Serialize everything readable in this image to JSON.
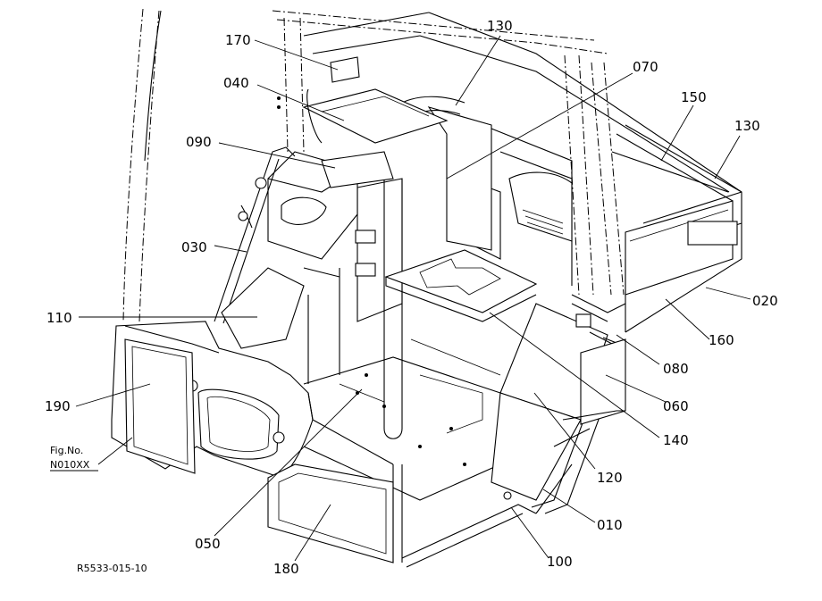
{
  "figure_ref": {
    "line1": "Fig.No.",
    "line2": "N010XX"
  },
  "drawing_code": "R5533-015-10",
  "parts": [
    {
      "id": "p170",
      "code": "170"
    },
    {
      "id": "p130a",
      "code": "130"
    },
    {
      "id": "p070",
      "code": "070"
    },
    {
      "id": "p040",
      "code": "040"
    },
    {
      "id": "p150",
      "code": "150"
    },
    {
      "id": "p130b",
      "code": "130"
    },
    {
      "id": "p090",
      "code": "090"
    },
    {
      "id": "p030",
      "code": "030"
    },
    {
      "id": "p020",
      "code": "020"
    },
    {
      "id": "p110",
      "code": "110"
    },
    {
      "id": "p160",
      "code": "160"
    },
    {
      "id": "p080",
      "code": "080"
    },
    {
      "id": "p190",
      "code": "190"
    },
    {
      "id": "p060",
      "code": "060"
    },
    {
      "id": "p140",
      "code": "140"
    },
    {
      "id": "p120",
      "code": "120"
    },
    {
      "id": "p010",
      "code": "010"
    },
    {
      "id": "p050",
      "code": "050"
    },
    {
      "id": "p100",
      "code": "100"
    },
    {
      "id": "p180",
      "code": "180"
    }
  ]
}
